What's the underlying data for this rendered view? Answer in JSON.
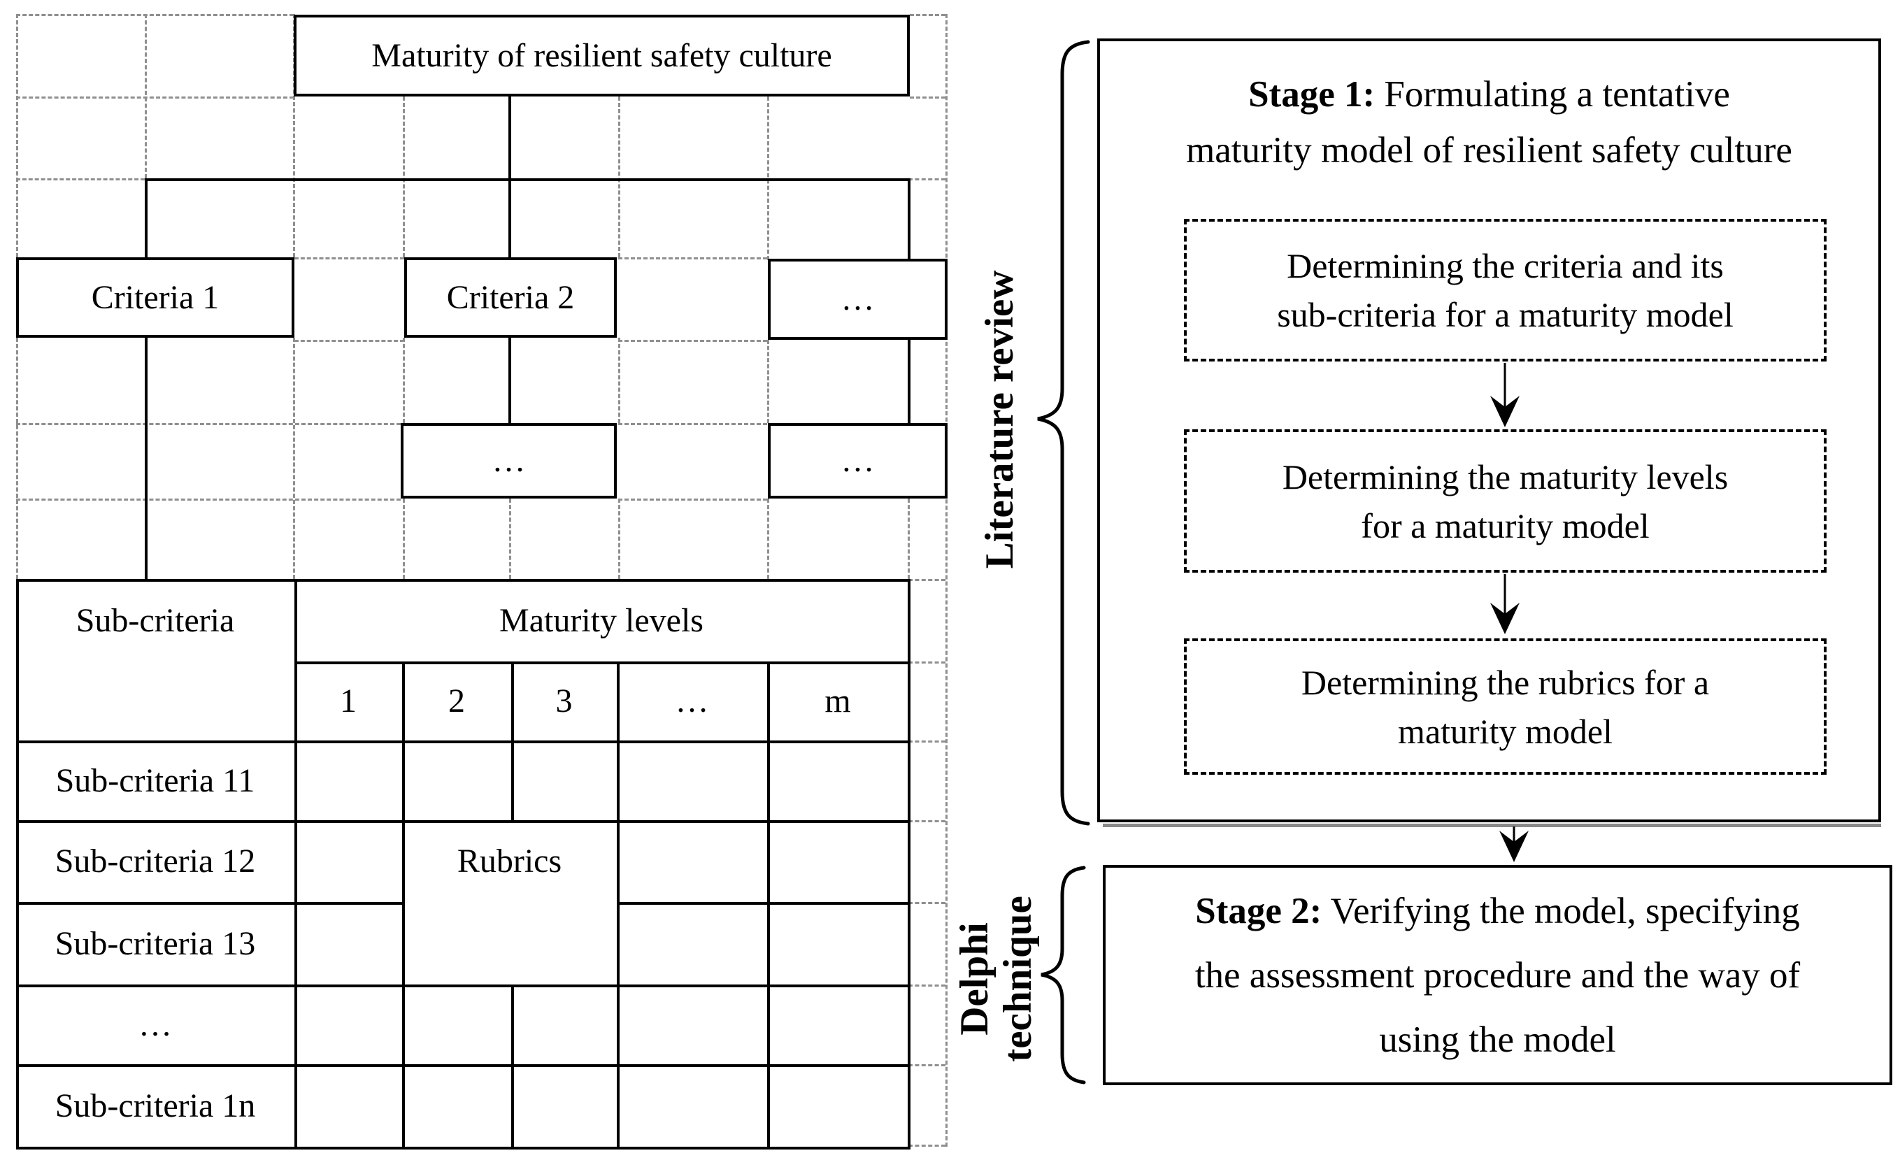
{
  "figure": {
    "colors": {
      "line": "#000000",
      "grid_dash": "#8f8f8f",
      "background": "#ffffff"
    },
    "left_diagram": {
      "root_label": "Maturity of resilient safety culture",
      "criteria": [
        {
          "label": "Criteria 1"
        },
        {
          "label": "Criteria 2"
        },
        {
          "label": "…"
        }
      ],
      "criteria_secondary": [
        {
          "label": "…"
        },
        {
          "label": "…"
        }
      ],
      "table": {
        "row_header": "Sub-criteria",
        "col_group_header": "Maturity levels",
        "level_headers": [
          "1",
          "2",
          "3",
          "…",
          "m"
        ],
        "rows": [
          "Sub-criteria 11",
          "Sub-criteria 12",
          "Sub-criteria 13",
          "…",
          "Sub-criteria 1n"
        ],
        "merged_cell_label": "Rubrics"
      }
    },
    "right_flow": {
      "brace_label_top": "Literature review",
      "brace_label_bottom_line1": "Delphi",
      "brace_label_bottom_line2": "technique",
      "stage1": {
        "prefix": "Stage 1:",
        "line1_rest": " Formulating a tentative",
        "line2": "maturity model of resilient safety culture"
      },
      "steps": [
        {
          "line1": "Determining the criteria and its",
          "line2": "sub-criteria for a maturity model"
        },
        {
          "line1": "Determining the maturity levels",
          "line2": "for a maturity model"
        },
        {
          "line1": "Determining the rubrics for a",
          "line2": "maturity model"
        }
      ],
      "stage2": {
        "prefix": "Stage 2:",
        "line1_rest": " Verifying the model, specifying",
        "line2": "the assessment procedure and the way of",
        "line3": "using the model"
      }
    }
  }
}
